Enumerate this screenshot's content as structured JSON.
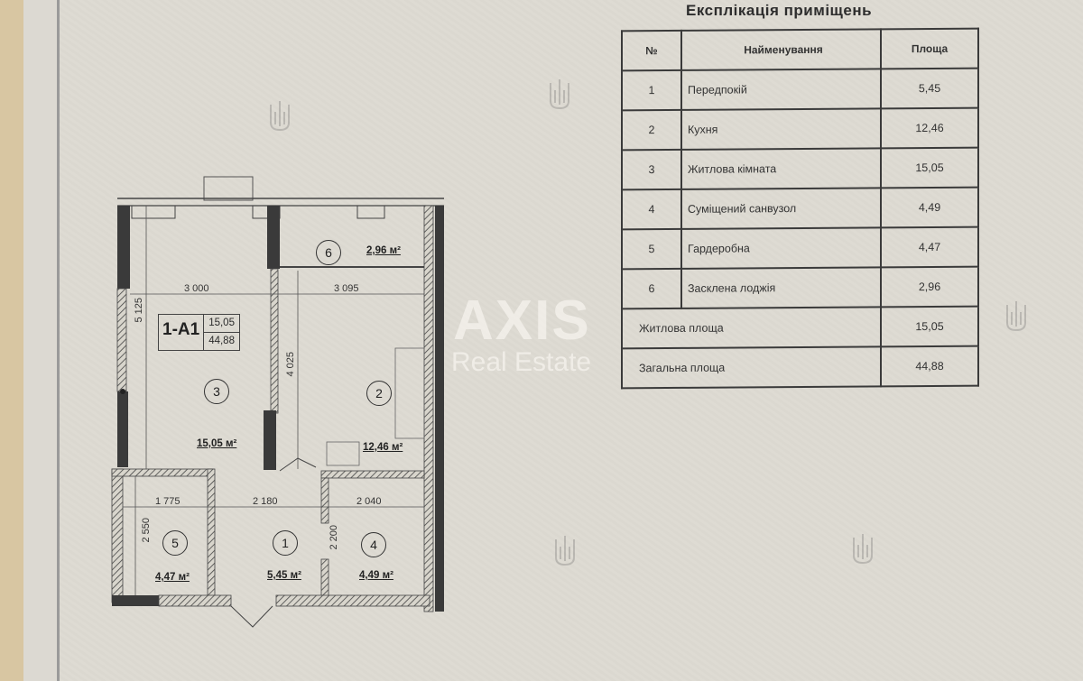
{
  "explication": {
    "title": "Експлікація приміщень",
    "headers": {
      "number": "№",
      "name": "Найменування",
      "area": "Площа"
    },
    "rows": [
      {
        "number": "1",
        "name": "Передпокій",
        "area": "5,45"
      },
      {
        "number": "2",
        "name": "Кухня",
        "area": "12,46"
      },
      {
        "number": "3",
        "name": "Житлова кімната",
        "area": "15,05"
      },
      {
        "number": "4",
        "name": "Суміщений санвузол",
        "area": "4,49"
      },
      {
        "number": "5",
        "name": "Гардеробна",
        "area": "4,47"
      },
      {
        "number": "6",
        "name": "Засклена лоджія",
        "area": "2,96"
      }
    ],
    "summary": [
      {
        "label": "Житлова площа",
        "area": "15,05"
      },
      {
        "label": "Загальна площа",
        "area": "44,88"
      }
    ]
  },
  "watermark": {
    "brand": "AXIS",
    "subtitle": "Real Estate"
  },
  "plan": {
    "unit_tag": {
      "code": "1-A1",
      "living_area": "15,05",
      "total_area": "44,88"
    },
    "rooms": [
      {
        "number": "1",
        "area": "5,45 м²"
      },
      {
        "number": "2",
        "area": "12,46 м²"
      },
      {
        "number": "3",
        "area": "15,05 м²"
      },
      {
        "number": "4",
        "area": "4,49 м²"
      },
      {
        "number": "5",
        "area": "4,47 м²"
      },
      {
        "number": "6",
        "area": "2,96 м²"
      }
    ],
    "dimensions": {
      "room3_width": "3 000",
      "room2_width": "3 095",
      "room3_height": "5 125",
      "room2_height": "4 025",
      "room5_width": "1 775",
      "room1_width": "2 180",
      "room4_width": "2 040",
      "room5_height": "2 550",
      "corridor_height": "2 200"
    }
  }
}
